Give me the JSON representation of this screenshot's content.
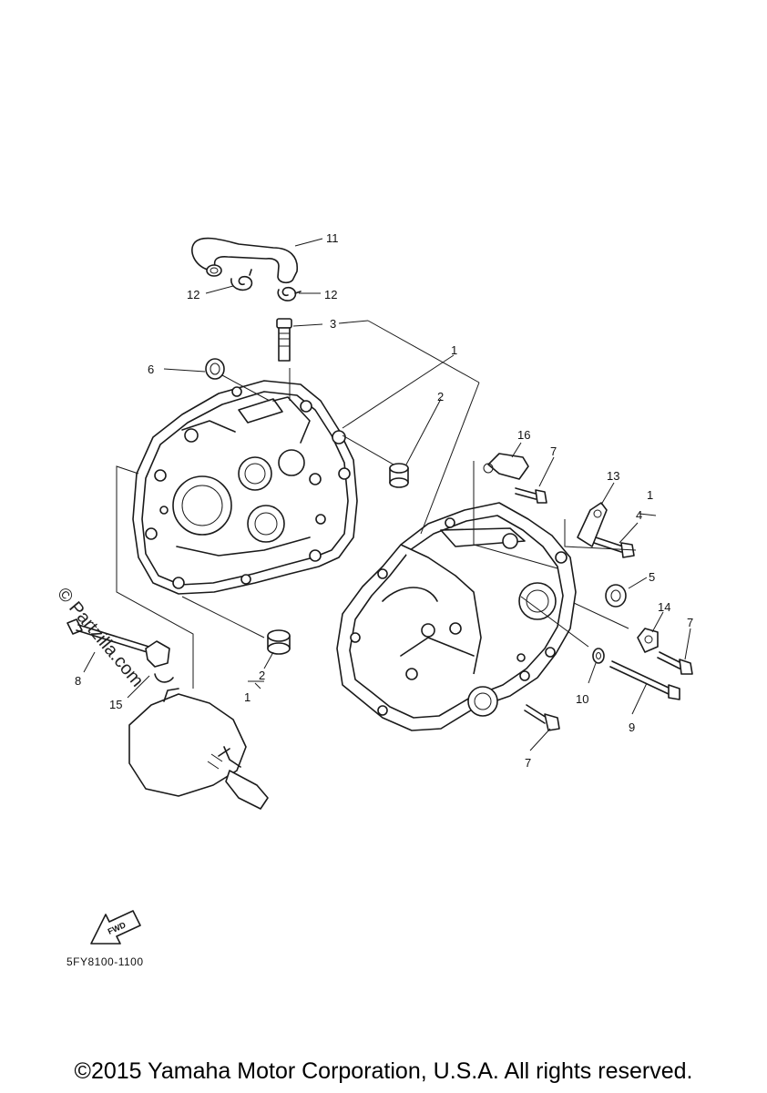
{
  "callouts": {
    "c1a": "1",
    "c1b": "1",
    "c1c": "1",
    "c2a": "2",
    "c2b": "2",
    "c3": "3",
    "c4": "4",
    "c5": "5",
    "c6": "6",
    "c7a": "7",
    "c7b": "7",
    "c7c": "7",
    "c8": "8",
    "c9": "9",
    "c10": "10",
    "c11": "11",
    "c12a": "12",
    "c12b": "12",
    "c13": "13",
    "c14": "14",
    "c15": "15",
    "c16": "16"
  },
  "watermark": "© Partzilla.com",
  "fwd_label": "FWD",
  "diagram_code": "5FY8100-1100",
  "copyright": "©2015 Yamaha Motor Corporation, U.S.A. All rights reserved."
}
